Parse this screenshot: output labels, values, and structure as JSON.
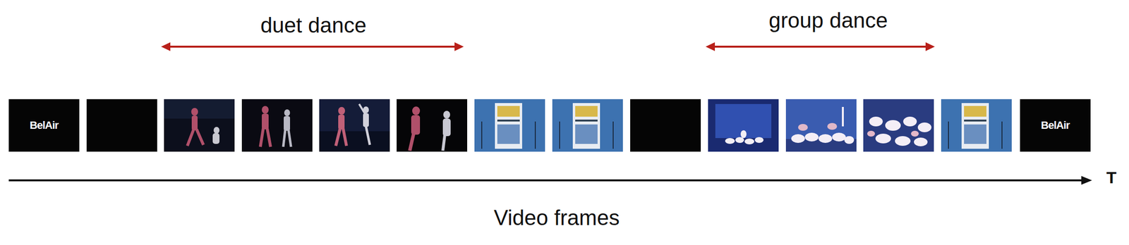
{
  "diagram": {
    "nodes": [
      {
        "text": [
          "BelAir"
        ]
      },
      {
        "text": [
          "BelAir"
        ]
      }
    ],
    "labels": [
      "duet dance",
      "group dance",
      "T",
      "Video frames"
    ]
  }
}
